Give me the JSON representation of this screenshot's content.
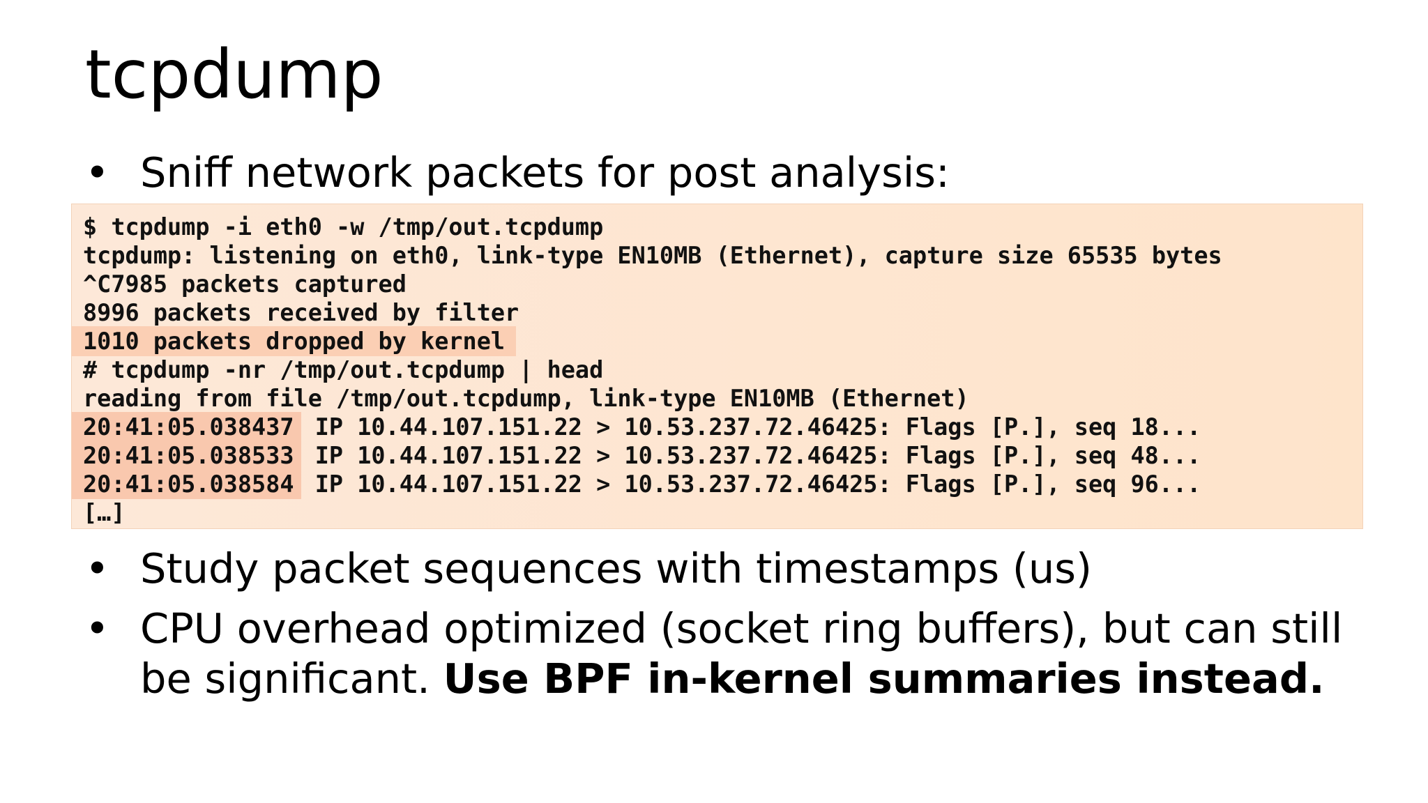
{
  "slide": {
    "title": "tcpdump",
    "bullet_glyph": "•",
    "bullets": [
      {
        "text": "Sniff network packets for post analysis:"
      },
      {
        "text": "Study packet sequences with timestamps (us)"
      },
      {
        "text_plain": "CPU overhead optimized (socket ring buffers), but can still be significant. ",
        "text_bold": "Use BPF in-kernel summaries instead."
      }
    ]
  },
  "terminal": {
    "lines": [
      {
        "text": "$ tcpdump -i eth0 -w /tmp/out.tcpdump"
      },
      {
        "text": "tcpdump: listening on eth0, link-type EN10MB (Ethernet), capture size 65535 bytes"
      },
      {
        "text": "^C7985 packets captured"
      },
      {
        "text": "8996 packets received by filter"
      },
      {
        "text": "1010 packets dropped by kernel"
      },
      {
        "text": "# tcpdump -nr /tmp/out.tcpdump | head"
      },
      {
        "text": "reading from file /tmp/out.tcpdump, link-type EN10MB (Ethernet)"
      },
      {
        "timestamp": "20:41:05.038437",
        "text": " IP 10.44.107.151.22 > 10.53.237.72.46425: Flags [P.], seq 18..."
      },
      {
        "timestamp": "20:41:05.038533",
        "text": " IP 10.44.107.151.22 > 10.53.237.72.46425: Flags [P.], seq 48..."
      },
      {
        "timestamp": "20:41:05.038584",
        "text": " IP 10.44.107.151.22 > 10.53.237.72.46425: Flags [P.], seq 96..."
      },
      {
        "text": "[…]"
      }
    ]
  },
  "colors": {
    "terminal_bg": "#fee6d0",
    "highlight": "#fbcfb4"
  }
}
